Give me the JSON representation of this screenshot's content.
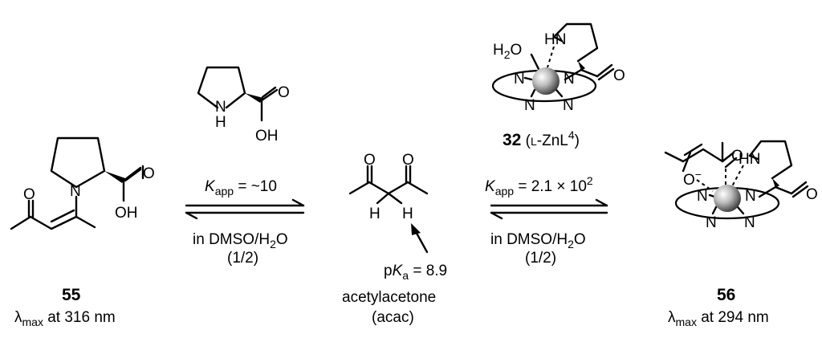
{
  "compounds": {
    "c55": {
      "number": "55",
      "lambda_symbol": "λ",
      "lambda_sub": "max",
      "lambda_text": " at 316 nm"
    },
    "c56": {
      "number": "56",
      "lambda_symbol": "λ",
      "lambda_sub": "max",
      "lambda_text": " at 294 nm"
    },
    "c32": {
      "number": "32",
      "name_prefix": " (",
      "name_small_l": "L",
      "name_main": "-ZnL",
      "name_sup": "4",
      "name_suffix": ")"
    },
    "acac": {
      "name": "acetylacetone",
      "abbr": "(acac)"
    }
  },
  "atoms": {
    "O": "O",
    "OH": "OH",
    "N": "N",
    "H": "H",
    "NH": "N  H",
    "HN": "HN",
    "H2O_H": "H",
    "H2O_2": "2",
    "H2O_O": "O",
    "Ominus": "O",
    "minus": "−"
  },
  "equilibria": {
    "left": {
      "K": "K",
      "K_sub": "app",
      "K_value": " = ~10",
      "cond_line1": "in DMSO/H",
      "cond_sub": "2",
      "cond_end": "O",
      "cond_line2": "(1/2)"
    },
    "right": {
      "K": "K",
      "K_sub": "app",
      "K_value": " = 2.1 × 10",
      "K_sup": "2",
      "cond_line1": "in DMSO/H",
      "cond_sub": "2",
      "cond_end": "O",
      "cond_line2": "(1/2)"
    }
  },
  "pka": {
    "p": "p",
    "K": "K",
    "sub": "a",
    "value": " = 8.9"
  }
}
